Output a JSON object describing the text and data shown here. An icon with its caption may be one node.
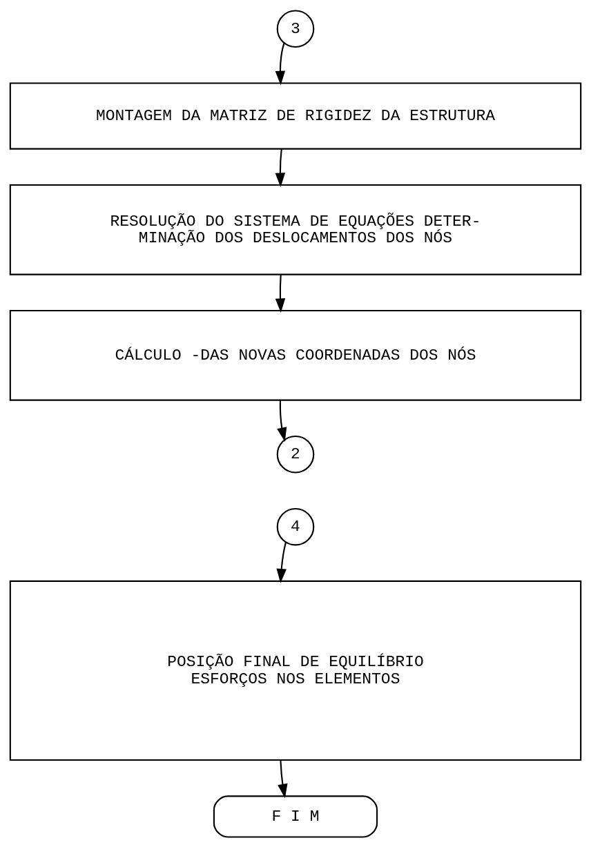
{
  "diagram": {
    "nodes": [
      {
        "text": [
          "3"
        ]
      },
      {
        "text": [
          "MONTAGEM DA MATRIZ DE RIGIDEZ DA ESTRUTURA"
        ]
      },
      {
        "text": [
          "RESOLUÇÃO DO SISTEMA DE EQUAÇÕES DETER- MINAÇÃO DOS DESLOCAMENTOS DOS NÓS"
        ]
      },
      {
        "text": [
          "CÁLCULO -DAS NOVAS COORDENADAS DOS NÓS"
        ]
      },
      {
        "text": [
          "2"
        ]
      },
      {
        "text": [
          "4"
        ]
      },
      {
        "text": [
          "POSIÇÃO FINAL DE EQUILÍBRIO ESFORÇOS NOS ELEMENTOS"
        ]
      },
      {
        "text": [
          "F I M"
        ]
      }
    ],
    "edges": [
      {
        "from": 0,
        "to": 1,
        "arrow": "to"
      },
      {
        "from": 1,
        "to": 2,
        "arrow": "to"
      },
      {
        "from": 2,
        "to": 3,
        "arrow": "to"
      },
      {
        "from": 3,
        "to": 4,
        "arrow": "to"
      },
      {
        "from": 5,
        "to": 6,
        "arrow": "to"
      },
      {
        "from": 6,
        "to": 7,
        "arrow": "to"
      }
    ]
  }
}
